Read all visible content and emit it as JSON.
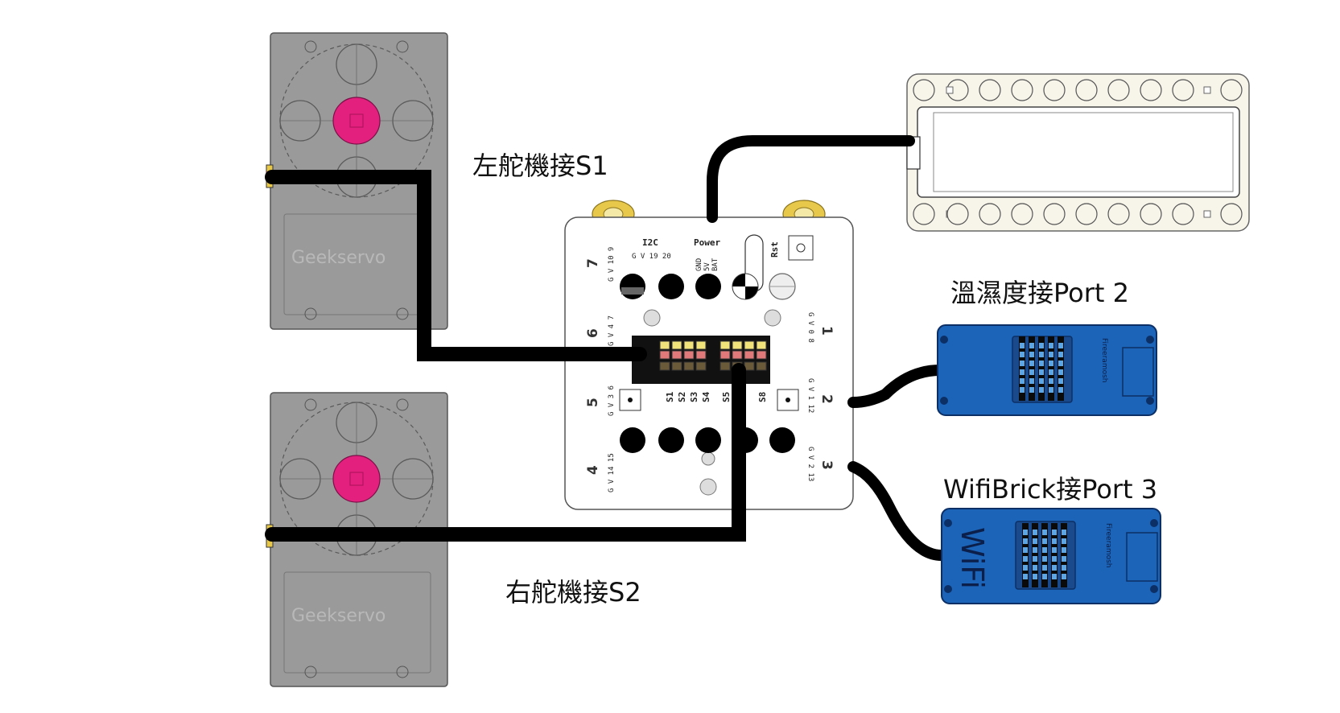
{
  "labels": {
    "left_servo": "左舵機接S1",
    "right_servo": "右舵機接S2",
    "temp_humidity": "溫濕度接Port 2",
    "wifibrick": "WifiBrick接Port 3"
  },
  "controller": {
    "i2c": "I2C",
    "i2c_pins": "G V 19 20",
    "power": "Power",
    "power_pins": [
      "GND",
      "5V",
      "BAT"
    ],
    "rst": "Rst",
    "servo_pins": [
      "S1",
      "S2",
      "S3",
      "S4",
      "S5",
      "S8"
    ],
    "ports": [
      {
        "num": "1",
        "pins": "G V 0 8"
      },
      {
        "num": "2",
        "pins": "G V 1 12"
      },
      {
        "num": "3",
        "pins": "G V 2 13"
      },
      {
        "num": "4",
        "pins": "G V 14 15"
      },
      {
        "num": "5",
        "pins": "G V 3 6"
      },
      {
        "num": "6",
        "pins": "G V 4 7"
      },
      {
        "num": "7",
        "pins": "G V 10 9"
      }
    ]
  },
  "servos": {
    "brand": "Geekservo"
  },
  "modules": {
    "sensor_brand": "Fireeramosh",
    "wifi_label": "WiFi"
  },
  "colors": {
    "cable": "#000000",
    "servo_body": "#9a9a9a",
    "servo_hub": "#e4207e",
    "module_blue": "#1b64b8",
    "board": "#ffffff",
    "stud": "#e8c84a"
  }
}
